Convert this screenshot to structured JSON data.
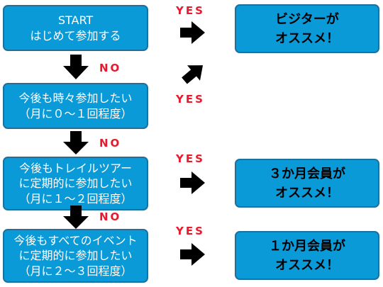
{
  "colors": {
    "box_fill": "#0a9ad8",
    "box_border": "#1f6f9c",
    "label": "#e8192c"
  },
  "steps": [
    {
      "lines": [
        "START",
        "はじめて参加する"
      ]
    },
    {
      "lines": [
        "今後も時々参加したい",
        "（月に０～１回程度）"
      ]
    },
    {
      "lines": [
        "今後もトレイルツアー",
        "に定期的に参加したい",
        "（月に１～２回程度）"
      ]
    },
    {
      "lines": [
        "今後もすべてのイベント",
        "に定期的に参加したい",
        "（月に２～３回程度）"
      ]
    }
  ],
  "results": [
    {
      "lines": [
        "ビジターが",
        "オススメ！"
      ]
    },
    {
      "lines": [
        "３か月会員が",
        "オススメ！"
      ]
    },
    {
      "lines": [
        "１か月会員が",
        "オススメ！"
      ]
    }
  ],
  "labels": {
    "yes": "YES",
    "no": "NO"
  }
}
